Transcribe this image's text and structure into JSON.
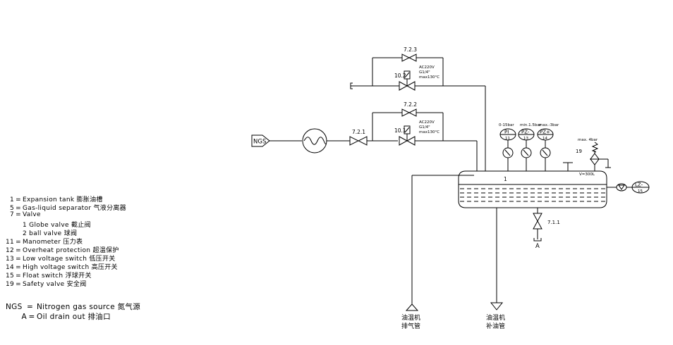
{
  "diagram": {
    "ngs_box": "NGS",
    "labels": {
      "v_7_2_1": "7.2.1",
      "v_7_2_2": "7.2.2",
      "v_7_2_3": "7.2.3",
      "v_7_1_1": "7.1.1",
      "sv_10_1": "10.1",
      "sv_10_2": "10.2",
      "sv_spec_line1": "AC220V",
      "sv_spec_line2": "G1/4\"",
      "sv_spec_line3": "max130°C",
      "pi_text": "PI",
      "pi_num": "11",
      "pz_low_text": "PZ-",
      "pz_low_num": "13",
      "pz_high_text": "PZ+",
      "pz_high_num": "14",
      "pi_range": "0-15bar",
      "pz_low_range": "min.1.5bar",
      "pz_high_range": "max.:3bar",
      "safety_num": "19",
      "safety_range": "max. 4bar",
      "tank_num": "1",
      "tank_volume": "V=300L",
      "lz_text": "LZ-",
      "lz_num": "15",
      "drain_label": "A",
      "vent_line1": "油温机",
      "vent_line2": "排气管",
      "feed_line1": "油温机",
      "feed_line2": "补油管"
    }
  },
  "legend": {
    "items": [
      {
        "num": "1",
        "text": "Expansion tank 膨胀油槽"
      },
      {
        "num": "5",
        "text": "Gas-liquid separator 气液分离器"
      },
      {
        "num": "7",
        "text": "Valve"
      },
      {
        "num": "",
        "text": "1 Globe valve 截止阀"
      },
      {
        "num": "",
        "text": "2 ball valve 球阀"
      },
      {
        "num": "11",
        "text": "Manometer 压力表"
      },
      {
        "num": "12",
        "text": "Overheat protection 超温保护"
      },
      {
        "num": "13",
        "text": "Low voltage switch 低压开关"
      },
      {
        "num": "14",
        "text": "High voltage switch 高压开关"
      },
      {
        "num": "15",
        "text": "Float switch 浮球开关"
      },
      {
        "num": "19",
        "text": "Safety valve 安全阀"
      }
    ],
    "abbrev": [
      {
        "key": "NGS",
        "text": "Nitrogen gas source 氮气源"
      },
      {
        "key": "A",
        "text": "Oil drain out 排油口"
      }
    ]
  }
}
